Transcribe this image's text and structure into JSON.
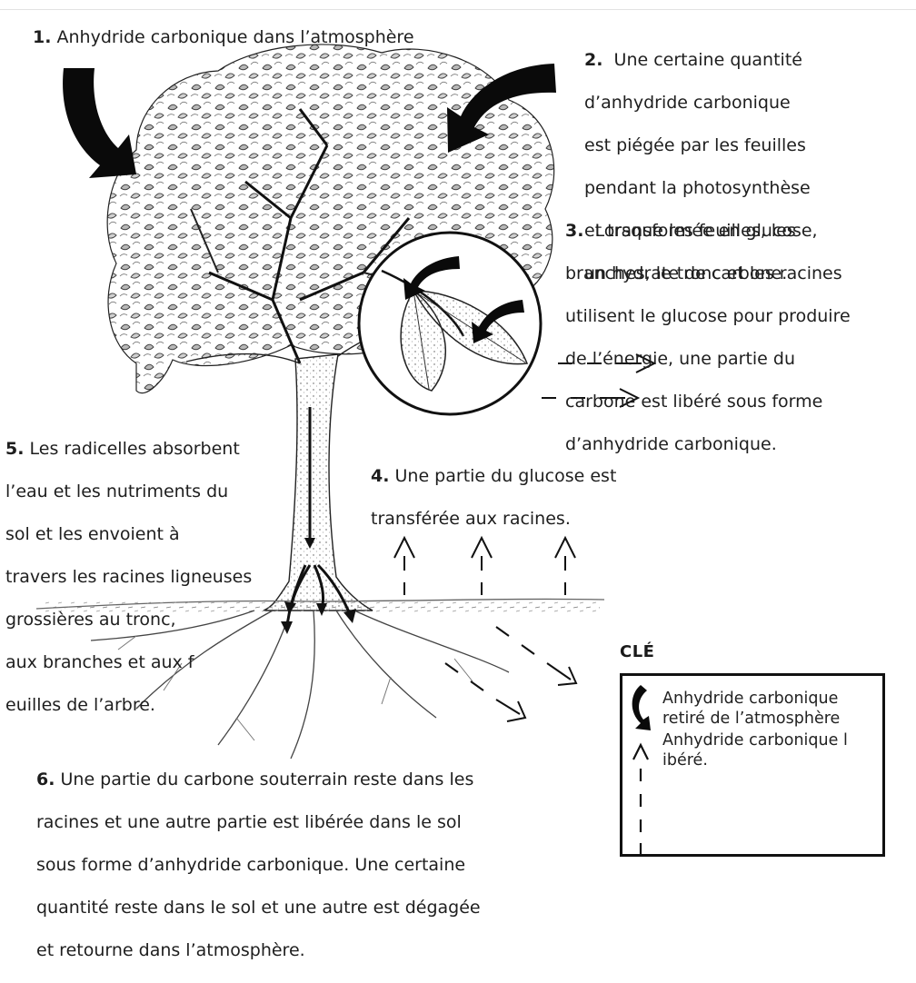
{
  "steps": [
    {
      "number": "1.",
      "lines": [
        "Anhydride carbonique dans l’atmosphère"
      ]
    },
    {
      "number": "2.",
      "lines": [
        "Une certaine quantité",
        "d’anhydride carbonique",
        "est piégée par les feuilles",
        "pendant la photosynthèse",
        "et transformée en glucose,",
        "un hydrate de carbone."
      ]
    },
    {
      "number": "3.",
      "lines": [
        "Lorsque les feuilles, les",
        "branches, le tronc et les racines",
        "utilisent le glucose pour produire",
        "de l’énergie, une partie du",
        "carbone est libéré sous forme",
        "d’anhydride carbonique."
      ]
    },
    {
      "number": "4.",
      "lines": [
        "Une partie du glucose est",
        "transférée aux racines."
      ]
    },
    {
      "number": "5.",
      "lines": [
        "Les radicelles absorbent",
        "l’eau et les nutriments du",
        "sol et les envoient à",
        "travers les racines ligneuses",
        "grossières au tronc,",
        "aux branches et aux f",
        "euilles de l’arbre."
      ]
    },
    {
      "number": "6.",
      "lines": [
        "Une partie du carbone souterrain reste dans les",
        "racines et une autre partie est libérée dans le sol",
        "sous forme d’anhydride carbonique. Une certaine",
        "quantité reste dans le sol et une autre est dégagée",
        "et retourne dans l’atmosphère."
      ]
    }
  ],
  "key": {
    "title": "CLÉ",
    "removed_label": "Anhydride carbonique\nretiré de l’atmosphère",
    "released_label": "Anhydride carbonique l\nibéré."
  },
  "colors": {
    "ink": "#111111",
    "text": "#1e1e1e",
    "background": "#ffffff"
  }
}
